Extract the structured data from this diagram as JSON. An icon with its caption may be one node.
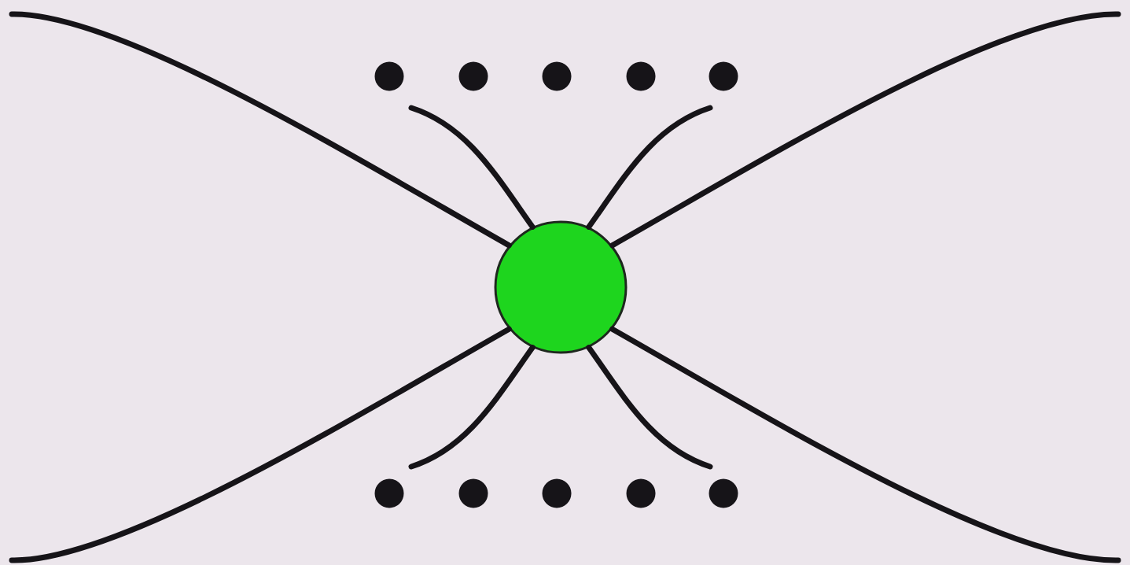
{
  "diagram": {
    "nodes": [
      {
        "text": [],
        "shape": "dot"
      },
      {
        "text": [],
        "shape": "dot"
      },
      {
        "text": [],
        "shape": "dot"
      },
      {
        "text": [],
        "shape": "dot"
      },
      {
        "text": [],
        "shape": "dot"
      },
      {
        "text": [],
        "shape": "circle"
      },
      {
        "text": [],
        "shape": "dot"
      },
      {
        "text": [],
        "shape": "dot"
      },
      {
        "text": [],
        "shape": "dot"
      },
      {
        "text": [],
        "shape": "dot"
      },
      {
        "text": [],
        "shape": "dot"
      }
    ],
    "edges": [
      {
        "from": 5,
        "to": null,
        "arrow": "none"
      },
      {
        "from": 5,
        "to": null,
        "arrow": "none"
      },
      {
        "from": 5,
        "to": null,
        "arrow": "none"
      },
      {
        "from": 5,
        "to": null,
        "arrow": "none"
      },
      {
        "from": 5,
        "to": null,
        "arrow": "none"
      },
      {
        "from": 5,
        "to": null,
        "arrow": "none"
      },
      {
        "from": 5,
        "to": null,
        "arrow": "none"
      },
      {
        "from": 5,
        "to": null,
        "arrow": "none"
      }
    ]
  }
}
